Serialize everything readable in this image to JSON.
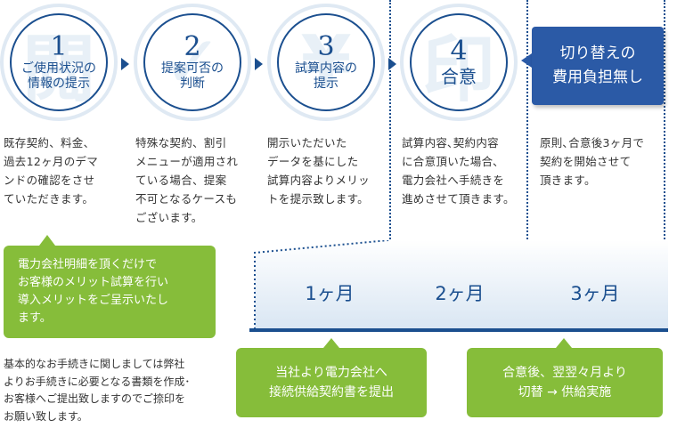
{
  "steps": [
    {
      "num": "1",
      "label": "ご使用状況の\n情報の提示",
      "bgmark": "閲"
    },
    {
      "num": "2",
      "label": "提案可否の\n判断",
      "bgmark": "✓"
    },
    {
      "num": "3",
      "label": "試算内容の\n提示",
      "bgmark": "¥"
    },
    {
      "num": "4",
      "label": "合意",
      "bgmark": "印"
    }
  ],
  "callout": "切り替えの\n費用負担無し",
  "descriptions": [
    "既存契約、料金、\n過去12ヶ月のデマ\nンドの確認をさせ\nていただきます。",
    "特殊な契約、割引\nメニューが適用され\nている場合、提案\n不可となるケースも\nございます。",
    "開示いただいた\nデータを基にした\n試算内容よりメリッ\nトを提示致します。",
    "試算内容､契約内容\nに合意頂いた場合､\n電力会社へ手続きを\n進めさせて頂きます。",
    "原則､合意後3ヶ月で\n契約を開始させて\n頂きます。"
  ],
  "merit_box": "電力会社明細を頂くだけで\nお客様のメリット試算を行い\n導入メリットをご呈示いたし\nます。",
  "procedure_note": "基本的なお手続きに関しましては弊社\nよりお手続きに必要となる書類を作成･\nお客様へご提出致しますのでご捺印を\nお願い致します。",
  "months": [
    "1ヶ月",
    "2ヶ月",
    "3ヶ月"
  ],
  "action_boxes": [
    "当社より電力会社へ\n接続供給契約書を提出",
    "合意後、翌翌々月より\n切替 → 供給実施"
  ],
  "colors": {
    "navy": "#1b4f8f",
    "green": "#86bd3a",
    "callout": "#2b5aa6"
  }
}
